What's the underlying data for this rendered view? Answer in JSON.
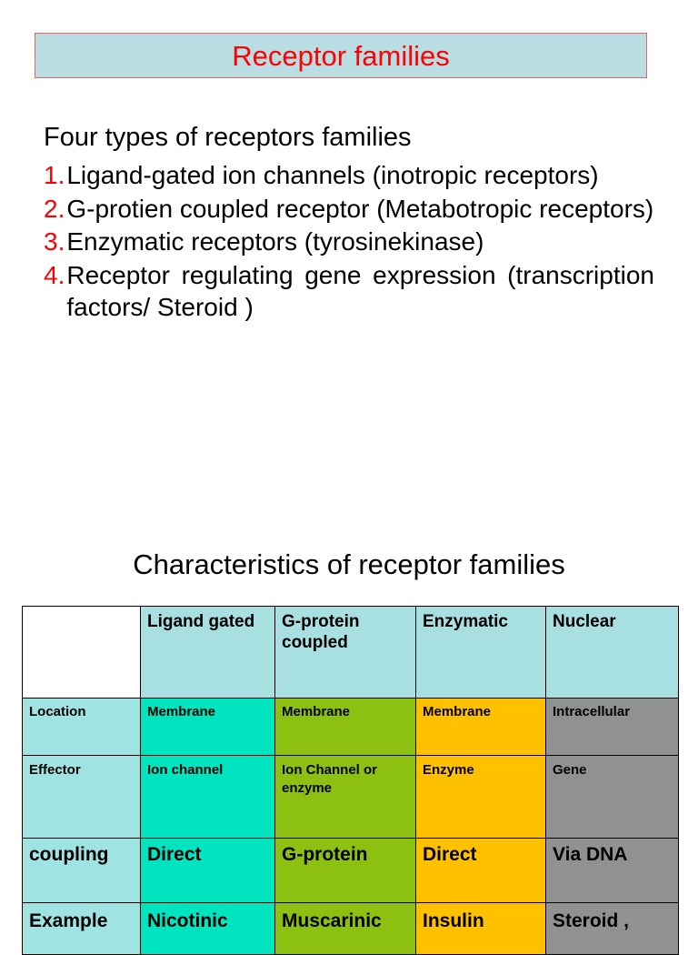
{
  "slide": {
    "title": "Receptor families",
    "intro_heading": "Four types of receptors families",
    "items": [
      {
        "num": "1.",
        "text": "Ligand-gated ion channels (inotropic receptors)"
      },
      {
        "num": "2.",
        "text": "G-protien coupled receptor (Metabotropic receptors)"
      },
      {
        "num": "3.",
        "text": "Enzymatic receptors (tyrosinekinase)"
      },
      {
        "num": "4.",
        "text": "Receptor regulating gene expression (transcription factors/ Steroid )"
      }
    ],
    "section_heading": "Characteristics of receptor families"
  },
  "table": {
    "headers": [
      "",
      "Ligand gated",
      "G-protein coupled",
      "Enzymatic",
      "Nuclear"
    ],
    "rows": [
      {
        "label": "Location",
        "cells": [
          "Membrane",
          "Membrane",
          "Membrane",
          "Intracellular"
        ]
      },
      {
        "label": "Effector",
        "cells": [
          "Ion channel",
          "Ion Channel or enzyme",
          "Enzyme",
          "Gene"
        ]
      },
      {
        "label": "coupling",
        "cells": [
          "Direct",
          "G-protein",
          "Direct",
          "Via DNA"
        ]
      },
      {
        "label": "Example",
        "cells": [
          "Nicotinic",
          "Muscarinic",
          "Insulin",
          "Steroid ,"
        ]
      }
    ]
  },
  "colors": {
    "title_text": "#ff0000",
    "banner_bg": "#b8dde2",
    "banner_border": "#e06666",
    "number_red": "#ff0000",
    "col_ligand": "#00e5c0",
    "col_gprotein": "#8cc63f",
    "col_enzymatic": "#ffc000",
    "col_nuclear": "#919191"
  }
}
